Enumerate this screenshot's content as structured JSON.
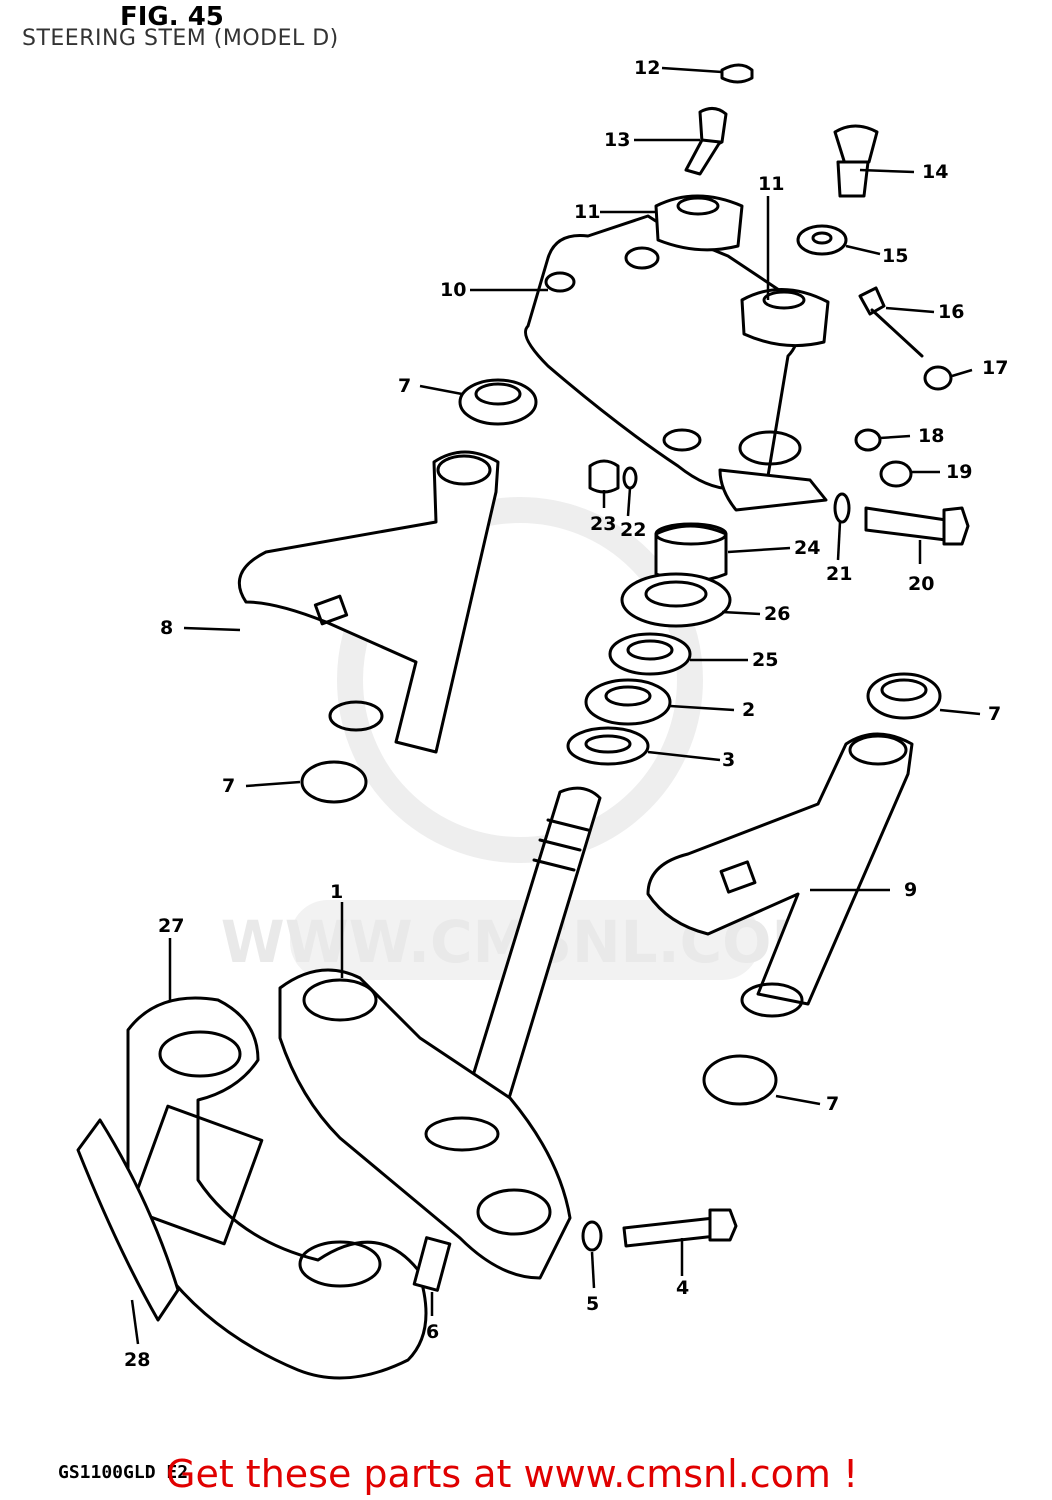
{
  "header": {
    "title": "STEERING STEM (MODEL D)",
    "figure": "FIG. 45"
  },
  "diagram": {
    "model_code": "GS1100GLD E2",
    "watermark": "WWW.CMSNL.COM",
    "callouts": [
      "1",
      "2",
      "3",
      "4",
      "5",
      "6",
      "7",
      "7",
      "7",
      "7",
      "8",
      "9",
      "10",
      "11",
      "11",
      "12",
      "13",
      "14",
      "15",
      "16",
      "17",
      "18",
      "19",
      "20",
      "21",
      "22",
      "23",
      "24",
      "25",
      "26",
      "27",
      "28"
    ],
    "part_icons": {
      "upper_bracket": "upper-bracket-icon",
      "stem": "steering-stem-icon",
      "lower_bracket": "lower-bracket-icon",
      "headlight_bracket": "headlight-bracket-icon",
      "bearing": "bearing-icon",
      "bolt": "bolt-icon",
      "grommet": "grommet-icon",
      "cover": "stem-cover-icon",
      "emblem": "emblem-icon"
    }
  },
  "footer": {
    "link_text": "Get these parts at www.cmsnl.com !"
  },
  "colors": {
    "line": "#000000",
    "title": "#333333",
    "footer_link": "#e00000",
    "watermark": "#e9e9e9"
  }
}
